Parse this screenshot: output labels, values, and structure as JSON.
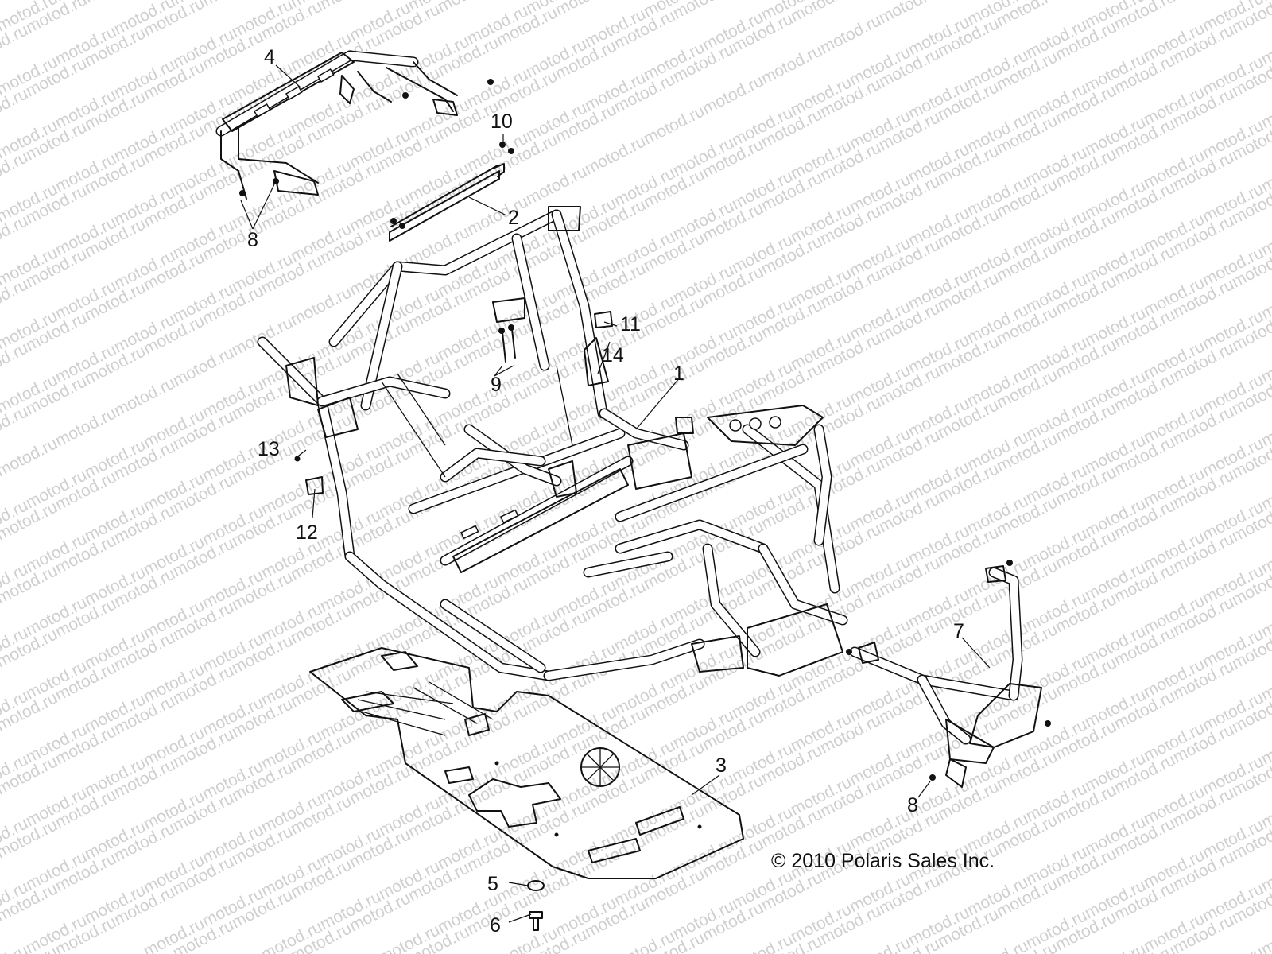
{
  "watermark": {
    "text": "motod.ru"
  },
  "callouts": [
    {
      "id": "1",
      "label": "1"
    },
    {
      "id": "2",
      "label": "2"
    },
    {
      "id": "3",
      "label": "3"
    },
    {
      "id": "4",
      "label": "4"
    },
    {
      "id": "5",
      "label": "5"
    },
    {
      "id": "6",
      "label": "6"
    },
    {
      "id": "7",
      "label": "7"
    },
    {
      "id": "8a",
      "label": "8"
    },
    {
      "id": "8b",
      "label": "8"
    },
    {
      "id": "9",
      "label": "9"
    },
    {
      "id": "10",
      "label": "10"
    },
    {
      "id": "11",
      "label": "11"
    },
    {
      "id": "12",
      "label": "12"
    },
    {
      "id": "13",
      "label": "13"
    },
    {
      "id": "14",
      "label": "14"
    }
  ],
  "copyright": "© 2010 Polaris Sales Inc."
}
